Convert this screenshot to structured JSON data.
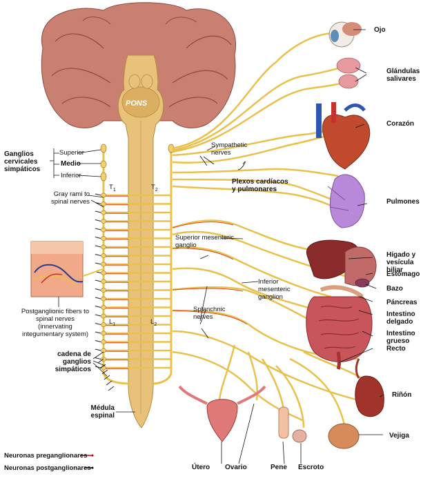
{
  "colors": {
    "nerve": "#e8c04a",
    "nerve_outline": "#a8832a",
    "preganglionic": "#e04020",
    "spine": "#e8c27a",
    "brain": "#c98070",
    "organ_red": "#b33a3a",
    "lung": "#b889d8",
    "kidney": "#a0342a",
    "legend_red": "#c00000",
    "legend_black": "#000000"
  },
  "labels": {
    "pons": "PONS",
    "ganglios_cervicales": "Ganglios cervicales simpáticos",
    "superior": "Superior",
    "medio": "Medio",
    "inferior": "Inferior",
    "t1": "T",
    "t1_sub": "1",
    "t2": "T",
    "t2_sub": "2",
    "l1": "L",
    "l1_sub": "1",
    "l2": "L",
    "l2_sub": "2",
    "gray_rami": "Gray rami to spinal nerves",
    "postganglionic": "Postganglionic fibers to spinal nerves (innervating integumentary system)",
    "cadena": "cadena de ganglios simpáticos",
    "medula": "Médula espinal",
    "sympathetic_nerves": "Sympathetic nerves",
    "plexos": "Plexos cardíacos y pulmonares",
    "superior_mesenteric": "Superior mesenteric ganglio",
    "inferior_mesenteric": "Inferior mesenteric ganglion",
    "splanchnic": "Splanchnic nerves",
    "ojo": "Ojo",
    "glandulas": "Glándulas salivares",
    "corazon": "Corazón",
    "pulmones": "Pulmones",
    "higado": "Hígado y vesícula biliar",
    "estomago": "Estómago",
    "bazo": "Bazo",
    "pancreas": "Páncreas",
    "intestino_delgado": "Intestino delgado",
    "intestino_grueso": "Intestino grueso",
    "recto": "Recto",
    "rinon": "Riñón",
    "vejiga": "Vejiga",
    "utero": "Útero",
    "ovario": "Ovario",
    "pene": "Pene",
    "escroto": "Escroto"
  },
  "legend": {
    "preganglionic": "Neuronas preganglionares",
    "postganglionic": "Neuronas postganglionares"
  }
}
